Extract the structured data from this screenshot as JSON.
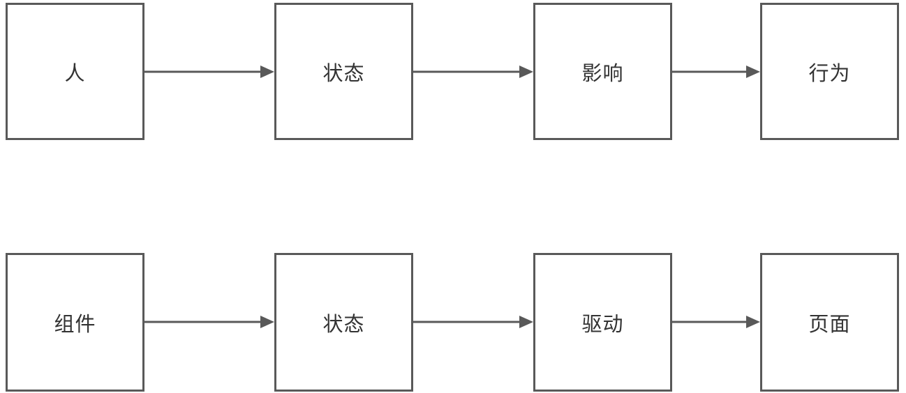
{
  "diagram": {
    "title": "state-flow-diagram",
    "rows": [
      {
        "name": "top",
        "nodes": [
          {
            "id": "person",
            "label": "人"
          },
          {
            "id": "state",
            "label": "状态"
          },
          {
            "id": "influence",
            "label": "影响"
          },
          {
            "id": "behavior",
            "label": "行为"
          }
        ]
      },
      {
        "name": "bottom",
        "nodes": [
          {
            "id": "component",
            "label": "组件"
          },
          {
            "id": "state",
            "label": "状态"
          },
          {
            "id": "drive",
            "label": "驱动"
          },
          {
            "id": "page",
            "label": "页面"
          }
        ]
      }
    ],
    "edges": [
      {
        "row": "top",
        "from": "人",
        "to": "状态"
      },
      {
        "row": "top",
        "from": "状态",
        "to": "影响"
      },
      {
        "row": "top",
        "from": "影响",
        "to": "行为"
      },
      {
        "row": "bottom",
        "from": "组件",
        "to": "状态"
      },
      {
        "row": "bottom",
        "from": "状态",
        "to": "驱动"
      },
      {
        "row": "bottom",
        "from": "驱动",
        "to": "页面"
      }
    ],
    "colors": {
      "stroke": "#595959",
      "text": "#333333",
      "background": "#ffffff"
    }
  }
}
